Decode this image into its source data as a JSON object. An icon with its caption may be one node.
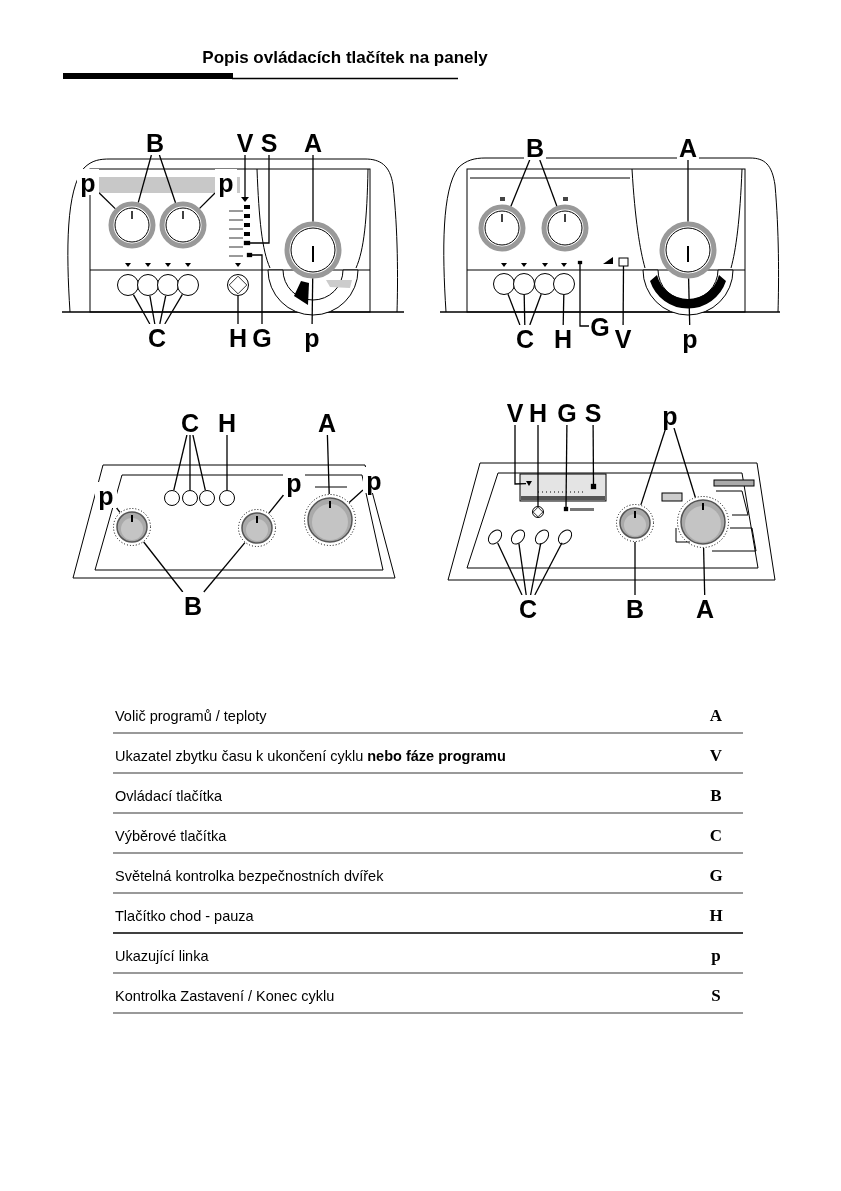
{
  "diagram": {
    "title": "Popis ovládacích tlačítek na panely",
    "nodes": [
      {
        "text": [
          "B"
        ]
      },
      {
        "text": [
          "V"
        ]
      },
      {
        "text": [
          "S"
        ]
      },
      {
        "text": [
          "A"
        ]
      },
      {
        "text": [
          "p"
        ]
      },
      {
        "text": [
          "p"
        ]
      },
      {
        "text": [
          "C"
        ]
      },
      {
        "text": [
          "H"
        ]
      },
      {
        "text": [
          "G"
        ]
      },
      {
        "text": [
          "p"
        ]
      },
      {
        "text": [
          "B"
        ]
      },
      {
        "text": [
          "A"
        ]
      },
      {
        "text": [
          "C"
        ]
      },
      {
        "text": [
          "H"
        ]
      },
      {
        "text": [
          "G"
        ]
      },
      {
        "text": [
          "V"
        ]
      },
      {
        "text": [
          "p"
        ]
      },
      {
        "text": [
          "C"
        ]
      },
      {
        "text": [
          "H"
        ]
      },
      {
        "text": [
          "A"
        ]
      },
      {
        "text": [
          "p"
        ]
      },
      {
        "text": [
          "p"
        ]
      },
      {
        "text": [
          "p"
        ]
      },
      {
        "text": [
          "B"
        ]
      },
      {
        "text": [
          "V"
        ]
      },
      {
        "text": [
          "H"
        ]
      },
      {
        "text": [
          "G"
        ]
      },
      {
        "text": [
          "S"
        ]
      },
      {
        "text": [
          "p"
        ]
      },
      {
        "text": [
          "C"
        ]
      },
      {
        "text": [
          "B"
        ]
      },
      {
        "text": [
          "A"
        ]
      },
      {
        "text": [],
        "shape": "circle"
      },
      {
        "text": [],
        "shape": "circle"
      },
      {
        "text": [],
        "shape": "triangle"
      },
      {
        "text": [],
        "shape": "box"
      },
      {
        "text": [],
        "shape": "circle"
      },
      {
        "text": [],
        "shape": "circle"
      },
      {
        "text": [],
        "shape": "circle"
      },
      {
        "text": [],
        "shape": "circle"
      },
      {
        "text": [],
        "shape": "circle"
      },
      {
        "text": [],
        "shape": "circle"
      },
      {
        "text": [],
        "shape": "box"
      },
      {
        "text": [],
        "shape": "circle"
      },
      {
        "text": [],
        "shape": "circle"
      },
      {
        "text": [],
        "shape": "circle"
      },
      {
        "text": [],
        "shape": "circle"
      },
      {
        "text": [],
        "shape": "circle"
      },
      {
        "text": [],
        "shape": "circle"
      },
      {
        "text": [],
        "shape": "circle"
      },
      {
        "text": [],
        "shape": "box"
      },
      {
        "text": [],
        "shape": "box"
      },
      {
        "text": [],
        "shape": "circle"
      },
      {
        "text": [],
        "shape": "circle"
      },
      {
        "text": [],
        "shape": "circle"
      },
      {
        "text": [],
        "shape": "circle"
      },
      {
        "text": [],
        "shape": "circle"
      },
      {
        "text": [],
        "shape": "circle"
      },
      {
        "text": [],
        "shape": "circle"
      },
      {
        "text": [],
        "shape": "triangle"
      },
      {
        "text": [],
        "shape": "circle"
      },
      {
        "text": [],
        "shape": "box"
      },
      {
        "text": [],
        "shape": "box"
      },
      {
        "text": [],
        "shape": "circle"
      },
      {
        "text": [],
        "shape": "circle"
      },
      {
        "text": [],
        "shape": "oval"
      },
      {
        "text": [],
        "shape": "oval"
      },
      {
        "text": [],
        "shape": "oval"
      },
      {
        "text": [],
        "shape": "oval"
      }
    ],
    "edges": [
      {
        "from": 0,
        "to": 32,
        "arrow": "none"
      },
      {
        "from": 0,
        "to": 33,
        "arrow": "none"
      },
      {
        "from": 1,
        "to": 34,
        "arrow": "none"
      },
      {
        "from": 2,
        "to": 35,
        "arrow": "none"
      },
      {
        "from": 3,
        "to": 36,
        "arrow": "none"
      },
      {
        "from": 4,
        "to": 32,
        "arrow": "none"
      },
      {
        "from": 5,
        "to": 33,
        "arrow": "none"
      },
      {
        "from": 6,
        "to": 37,
        "arrow": "none"
      },
      {
        "from": 6,
        "to": 38,
        "arrow": "none"
      },
      {
        "from": 6,
        "to": 39,
        "arrow": "none"
      },
      {
        "from": 6,
        "to": 40,
        "arrow": "none"
      },
      {
        "from": 7,
        "to": 41,
        "arrow": "none"
      },
      {
        "from": 8,
        "to": 42,
        "arrow": "none"
      },
      {
        "from": 9,
        "to": 36,
        "arrow": "none"
      },
      {
        "from": 10,
        "to": 43,
        "arrow": "none"
      },
      {
        "from": 10,
        "to": 44,
        "arrow": "none"
      },
      {
        "from": 11,
        "to": 45,
        "arrow": "none"
      },
      {
        "from": 12,
        "to": 46,
        "arrow": "none"
      },
      {
        "from": 12,
        "to": 47,
        "arrow": "none"
      },
      {
        "from": 12,
        "to": 48,
        "arrow": "none"
      },
      {
        "from": 13,
        "to": 49,
        "arrow": "none"
      },
      {
        "from": 14,
        "to": 50,
        "arrow": "none"
      },
      {
        "from": 15,
        "to": 51,
        "arrow": "none"
      },
      {
        "from": 16,
        "to": 45,
        "arrow": "none"
      },
      {
        "from": 17,
        "to": 55,
        "arrow": "none"
      },
      {
        "from": 17,
        "to": 56,
        "arrow": "none"
      },
      {
        "from": 17,
        "to": 57,
        "arrow": "none"
      },
      {
        "from": 18,
        "to": 58,
        "arrow": "none"
      },
      {
        "from": 19,
        "to": 54,
        "arrow": "none"
      },
      {
        "from": 20,
        "to": 52,
        "arrow": "none"
      },
      {
        "from": 21,
        "to": 53,
        "arrow": "none"
      },
      {
        "from": 22,
        "to": 54,
        "arrow": "none"
      },
      {
        "from": 23,
        "to": 52,
        "arrow": "none"
      },
      {
        "from": 23,
        "to": 53,
        "arrow": "none"
      },
      {
        "from": 24,
        "to": 59,
        "arrow": "none"
      },
      {
        "from": 25,
        "to": 60,
        "arrow": "none"
      },
      {
        "from": 26,
        "to": 61,
        "arrow": "none"
      },
      {
        "from": 27,
        "to": 62,
        "arrow": "none"
      },
      {
        "from": 28,
        "to": 63,
        "arrow": "none"
      },
      {
        "from": 28,
        "to": 64,
        "arrow": "none"
      },
      {
        "from": 29,
        "to": 65,
        "arrow": "none"
      },
      {
        "from": 29,
        "to": 66,
        "arrow": "none"
      },
      {
        "from": 29,
        "to": 67,
        "arrow": "none"
      },
      {
        "from": 29,
        "to": 68,
        "arrow": "none"
      },
      {
        "from": 30,
        "to": 63,
        "arrow": "none"
      },
      {
        "from": 31,
        "to": 64,
        "arrow": "none"
      }
    ],
    "labels": [
      "Volič programů / teploty",
      "A",
      "Ukazatel zbytku času k ukončení cyklu **nebo fáze programu**",
      "V",
      "Ovládací tlačítka",
      "B",
      "Výběrové tlačítka",
      "C",
      "Světelná kontrolka bezpečnostních dvířek",
      "G",
      "Tlačítko chod - pauza",
      "H",
      "Ukazující linka",
      "p",
      "Kontrolka Zastavení / Konec cyklu",
      "S"
    ]
  }
}
